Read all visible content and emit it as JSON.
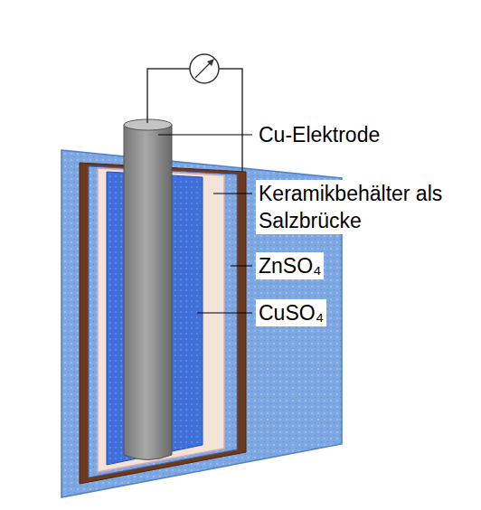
{
  "diagram": {
    "labels": [
      "Cu-Elektrode",
      "Keramikbehälter als Salzbrücke",
      "ZnSO₄",
      "CuSO₄"
    ]
  }
}
